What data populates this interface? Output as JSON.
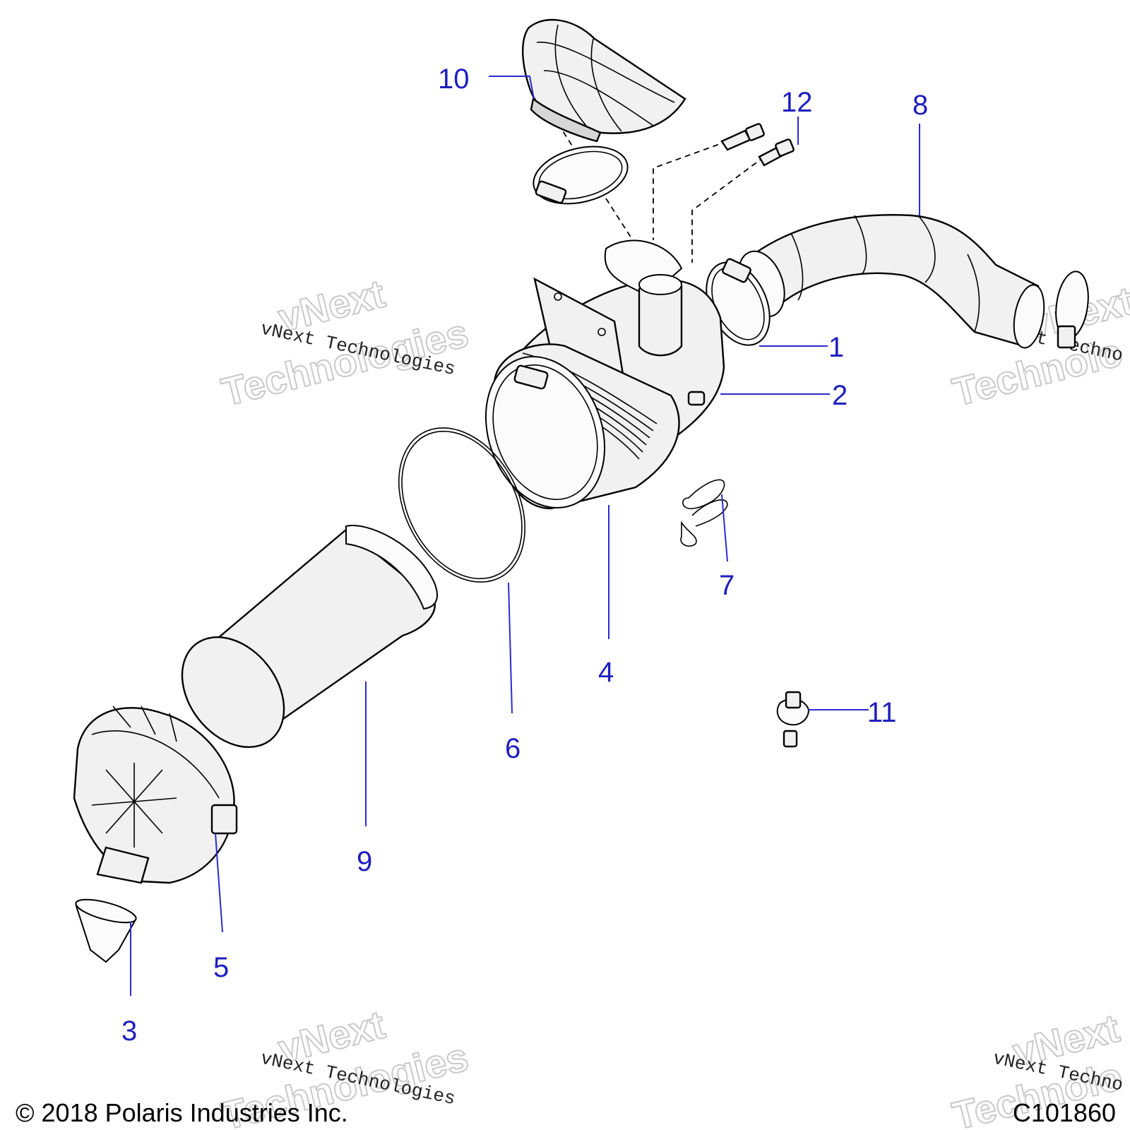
{
  "callouts": [
    {
      "label": "1"
    },
    {
      "label": "2"
    },
    {
      "label": "3"
    },
    {
      "label": "4"
    },
    {
      "label": "5"
    },
    {
      "label": "6"
    },
    {
      "label": "7"
    },
    {
      "label": "8"
    },
    {
      "label": "9"
    },
    {
      "label": "10"
    },
    {
      "label": "11"
    },
    {
      "label": "12"
    }
  ],
  "watermark": {
    "outline_line1": "vNext",
    "outline_line2": "Technologies",
    "mono_text": "vNext Technologies",
    "mono_text_cut": "vNext Techno",
    "outline_cut": "Technolo",
    "outline_cut_top": "vNext"
  },
  "footer": {
    "copyright": "© 2018 Polaris Industries Inc.",
    "drawing_id": "C101860"
  },
  "colors": {
    "callout_blue": "#1f1fbf",
    "line_black": "#000000",
    "watermark_gray": "#c9c9c9"
  }
}
